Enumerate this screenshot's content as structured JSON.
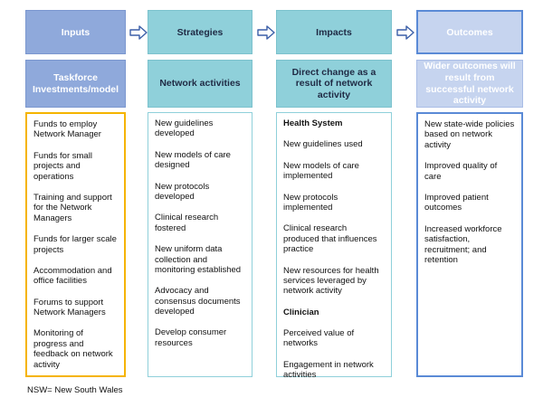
{
  "columns": [
    {
      "header": "Inputs",
      "subheader": "Taskforce Investments/model",
      "items": [
        {
          "text": "Funds to employ Network Manager",
          "bold": false
        },
        {
          "text": "Funds for small projects and operations",
          "bold": false
        },
        {
          "text": "Training and support for the Network Managers",
          "bold": false
        },
        {
          "text": "Funds for larger scale projects",
          "bold": false
        },
        {
          "text": "Accommodation and office facilities",
          "bold": false
        },
        {
          "text": "Forums to support Network Managers",
          "bold": false
        },
        {
          "text": "Monitoring of progress and feedback on network activity",
          "bold": false
        }
      ]
    },
    {
      "header": "Strategies",
      "subheader": "Network activities",
      "items": [
        {
          "text": "New guidelines developed",
          "bold": false
        },
        {
          "text": "New models of care designed",
          "bold": false
        },
        {
          "text": "New protocols developed",
          "bold": false
        },
        {
          "text": "Clinical research fostered",
          "bold": false
        },
        {
          "text": "New uniform data collection and monitoring established",
          "bold": false
        },
        {
          "text": "Advocacy and consensus documents developed",
          "bold": false
        },
        {
          "text": "Develop consumer resources",
          "bold": false
        }
      ]
    },
    {
      "header": "Impacts",
      "subheader": "Direct change as a result of network activity",
      "items": [
        {
          "text": "Health System",
          "bold": true
        },
        {
          "text": "New guidelines used",
          "bold": false
        },
        {
          "text": "New models of care implemented",
          "bold": false
        },
        {
          "text": "New protocols implemented",
          "bold": false
        },
        {
          "text": "Clinical research produced that influences practice",
          "bold": false
        },
        {
          "text": "New resources for health services leveraged by network activity",
          "bold": false
        },
        {
          "text": "Clinician",
          "bold": true
        },
        {
          "text": "Perceived value of networks",
          "bold": false
        },
        {
          "text": "Engagement in network activities",
          "bold": false
        }
      ]
    },
    {
      "header": "Outcomes",
      "subheader": "Wider outcomes will result from successful network activity",
      "items": [
        {
          "text": "New state-wide policies based on network activity",
          "bold": false
        },
        {
          "text": "Improved quality of care",
          "bold": false
        },
        {
          "text": "Improved patient outcomes",
          "bold": false
        },
        {
          "text": "Increased workforce satisfaction, recruitment; and retention",
          "bold": false
        }
      ]
    }
  ],
  "footnote": "NSW= New South Wales",
  "colors": {
    "inputs_fill": "#8fa9db",
    "inputs_border": "#f5b400",
    "teal_fill": "#8fd0da",
    "outcomes_fill": "#c6d4ef",
    "outcomes_border": "#5a8ad6",
    "arrow": "#3b5fa8"
  }
}
